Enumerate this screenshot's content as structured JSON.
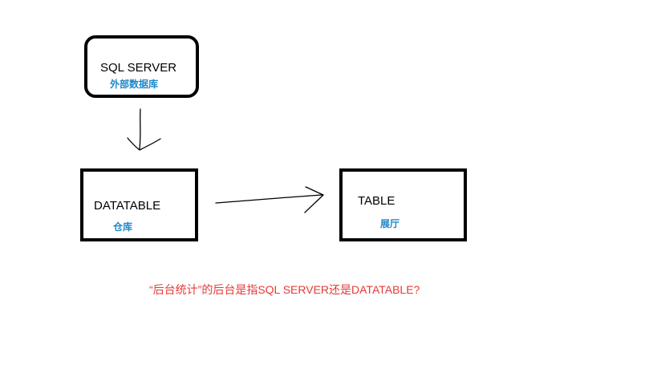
{
  "nodes": {
    "sql_server": {
      "title": "SQL SERVER",
      "subtitle": "外部数据库"
    },
    "datatable": {
      "title": "DATATABLE",
      "subtitle": "仓库"
    },
    "table": {
      "title": "TABLE",
      "subtitle": "展厅"
    }
  },
  "question": "“后台统计”的后台是指SQL SERVER还是DATATABLE?",
  "colors": {
    "subtitle": "#1e88c8",
    "question": "#e53935",
    "stroke": "#000000"
  }
}
